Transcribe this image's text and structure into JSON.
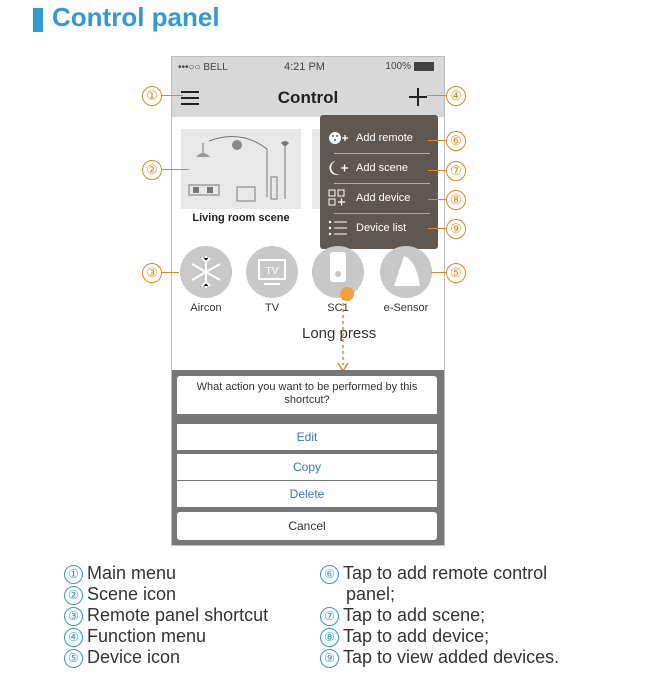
{
  "heading": "Control panel",
  "status": {
    "carrier": "•••○○ BELL",
    "time": "4:21 PM",
    "battery": "100%"
  },
  "nav": {
    "title": "Control"
  },
  "scene": {
    "label": "Living room scene"
  },
  "dropdown": [
    {
      "label": "Add remote",
      "icon": "add-remote-icon"
    },
    {
      "label": "Add scene",
      "icon": "add-scene-icon"
    },
    {
      "label": "Add device",
      "icon": "add-device-icon"
    },
    {
      "label": "Device list",
      "icon": "device-list-icon"
    }
  ],
  "devices": [
    {
      "label": "Aircon",
      "icon": "snowflake-icon"
    },
    {
      "label": "TV",
      "icon": "tv-icon"
    },
    {
      "label": "SC1",
      "icon": "sc1-device-icon"
    },
    {
      "label": "e-Sensor",
      "icon": "sensor-icon"
    }
  ],
  "longpress": "Long press",
  "sheet": {
    "question": "What action you want to be performed by this shortcut?",
    "edit": "Edit",
    "copy": "Copy",
    "delete": "Delete",
    "cancel": "Cancel"
  },
  "callouts": [
    "①",
    "②",
    "③",
    "④",
    "⑤",
    "⑥",
    "⑦",
    "⑧",
    "⑨"
  ],
  "legend_left": [
    {
      "num": "①",
      "text": "Main menu"
    },
    {
      "num": "②",
      "text": "Scene icon"
    },
    {
      "num": "③",
      "text": "Remote panel shortcut"
    },
    {
      "num": "④",
      "text": "Function menu"
    },
    {
      "num": "⑤",
      "text": "Device icon"
    }
  ],
  "legend_right": [
    {
      "num": "⑥",
      "text": "Tap to add remote control",
      "cont": "panel;"
    },
    {
      "num": "⑦",
      "text": "Tap to add scene;"
    },
    {
      "num": "⑧",
      "text": "Tap to add device;"
    },
    {
      "num": "⑨",
      "text": "Tap to view added devices."
    }
  ]
}
